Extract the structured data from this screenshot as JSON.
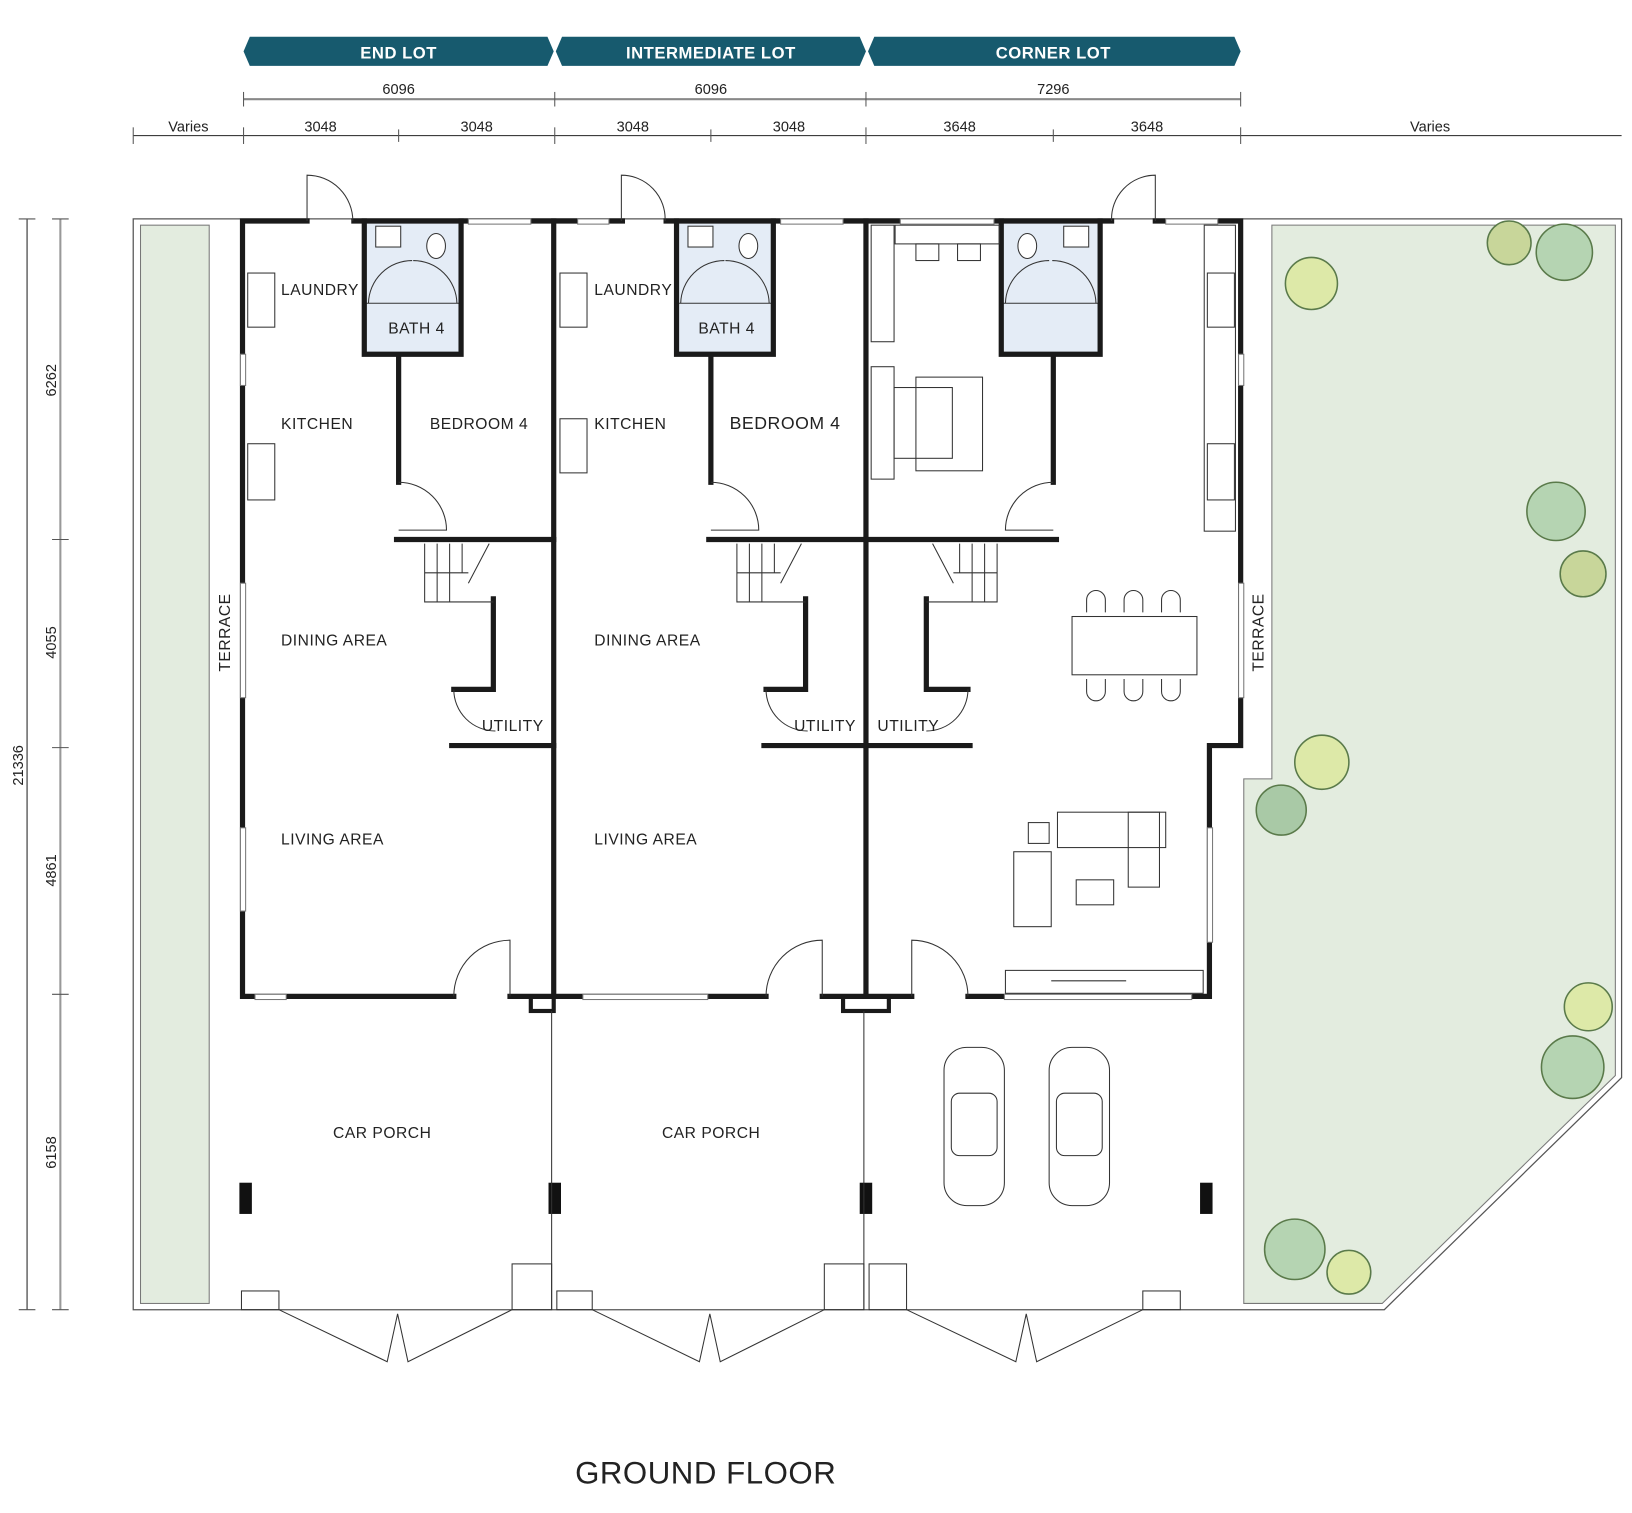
{
  "lots": [
    {
      "label": "END LOT",
      "width": "6096",
      "halves": [
        "3048",
        "3048"
      ]
    },
    {
      "label": "INTERMEDIATE LOT",
      "width": "6096",
      "halves": [
        "3048",
        "3048"
      ]
    },
    {
      "label": "CORNER LOT",
      "width": "7296",
      "halves": [
        "3648",
        "3648"
      ]
    }
  ],
  "dimensions": {
    "left_varies": "Varies",
    "right_varies": "Varies",
    "total_depth": "21336",
    "depths": [
      "6262",
      "4055",
      "4861",
      "6158"
    ]
  },
  "rooms": {
    "end": {
      "laundry": "LAUNDRY",
      "bath": "BATH 4",
      "kitchen": "KITCHEN",
      "bedroom": "BEDROOM 4",
      "dining": "DINING AREA",
      "utility": "UTILITY",
      "living": "LIVING AREA",
      "car_porch": "CAR PORCH"
    },
    "intermediate": {
      "laundry": "LAUNDRY",
      "bath": "BATH 4",
      "kitchen": "KITCHEN",
      "bedroom": "BEDROOM 4",
      "dining": "DINING AREA",
      "utility": "UTILITY",
      "living": "LIVING AREA",
      "car_porch": "CAR PORCH"
    },
    "corner": {
      "utility": "UTILITY"
    }
  },
  "terrace_left": "TERRACE",
  "terrace_right": "TERRACE",
  "title": "GROUND FLOOR",
  "colors": {
    "banner": "#175a6e",
    "garden": "#e3ecdf",
    "bath": "#e4ecf6",
    "wall": "#1a1a1a"
  }
}
